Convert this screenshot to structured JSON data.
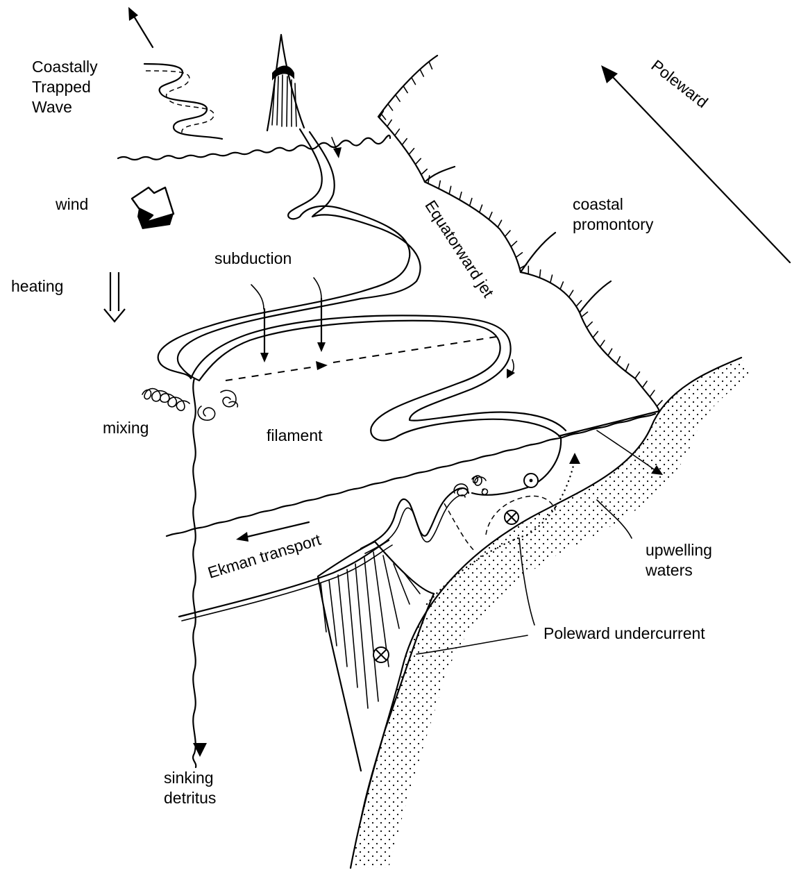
{
  "labels": {
    "coastally_trapped_wave": [
      "Coastally",
      "Trapped",
      "Wave"
    ],
    "wind": "wind",
    "heating": "heating",
    "subduction": "subduction",
    "mixing": "mixing",
    "filament": "filament",
    "equatorward_jet": "Equatorward jet",
    "coastal_promontory": [
      "coastal",
      "promontory"
    ],
    "poleward": "Poleward",
    "upwelling_waters": [
      "upwelling",
      "waters"
    ],
    "poleward_undercurrent": "Poleward undercurrent",
    "ekman_transport": "Ekman transport",
    "sinking_detritus": [
      "sinking",
      "detritus"
    ]
  }
}
